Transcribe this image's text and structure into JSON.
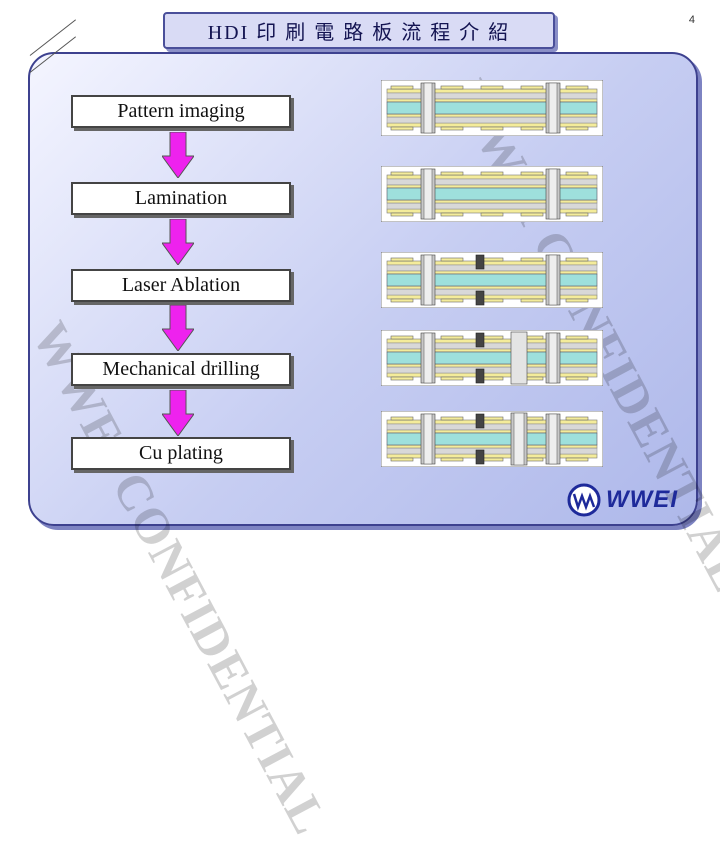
{
  "header": {
    "title": "HDI 印 刷 電 路 板 流 程 介 紹",
    "page_number": "4"
  },
  "process_steps": [
    {
      "label": "Pattern imaging"
    },
    {
      "label": "Lamination"
    },
    {
      "label": "Laser Ablation"
    },
    {
      "label": "Mechanical drilling"
    },
    {
      "label": "Cu plating"
    }
  ],
  "watermark": {
    "text": "WWEI CONFIDENTIAL"
  },
  "logo": {
    "text": "WWEI"
  },
  "colors": {
    "arrow": "#ee22ee",
    "title_bg": "#d9dbf5",
    "panel_border": "#3d418f",
    "core": "#9ee0dc",
    "copper": "#f4ec9a",
    "dielectric": "#d8d8d8",
    "blue_text": "#1e2a9a"
  }
}
